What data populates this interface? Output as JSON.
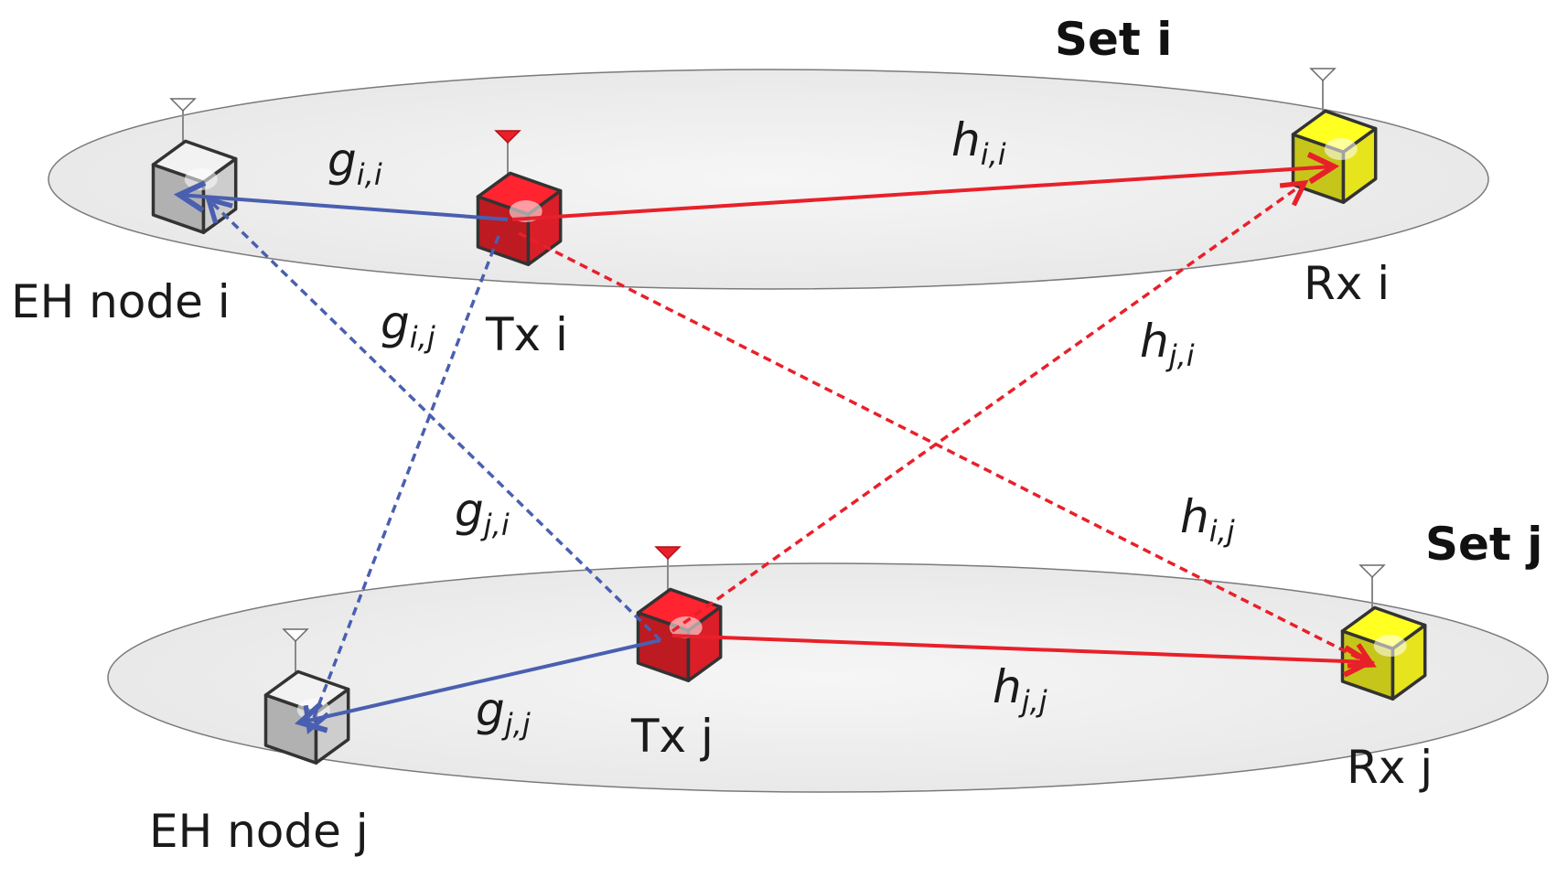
{
  "sets": [
    {
      "id": "i",
      "label": "Set i"
    },
    {
      "id": "j",
      "label": "Set j"
    }
  ],
  "nodes": [
    {
      "id": "eh_i",
      "label": "EH node i",
      "kind": "eh",
      "color": "#d8d8d8"
    },
    {
      "id": "tx_i",
      "label": "Tx i",
      "kind": "tx",
      "color": "#e8202a"
    },
    {
      "id": "rx_i",
      "label": "Rx i",
      "kind": "rx",
      "color": "#f2f01e"
    },
    {
      "id": "eh_j",
      "label": "EH node j",
      "kind": "eh",
      "color": "#d8d8d8"
    },
    {
      "id": "tx_j",
      "label": "Tx j",
      "kind": "tx",
      "color": "#e8202a"
    },
    {
      "id": "rx_j",
      "label": "Rx j",
      "kind": "rx",
      "color": "#f2f01e"
    }
  ],
  "channels": [
    {
      "id": "g_ii",
      "base": "g",
      "sub": "i,i",
      "from": "tx_i",
      "to": "eh_i",
      "style": "solid",
      "color": "#4a5fb0"
    },
    {
      "id": "g_ij",
      "base": "g",
      "sub": "i,j",
      "from": "tx_i",
      "to": "eh_j",
      "style": "dashed",
      "color": "#4a5fb0"
    },
    {
      "id": "g_ji",
      "base": "g",
      "sub": "j,i",
      "from": "tx_j",
      "to": "eh_i",
      "style": "dashed",
      "color": "#4a5fb0"
    },
    {
      "id": "g_jj",
      "base": "g",
      "sub": "j,j",
      "from": "tx_j",
      "to": "eh_j",
      "style": "solid",
      "color": "#4a5fb0"
    },
    {
      "id": "h_ii",
      "base": "h",
      "sub": "i,i",
      "from": "tx_i",
      "to": "rx_i",
      "style": "solid",
      "color": "#e8202a"
    },
    {
      "id": "h_ji",
      "base": "h",
      "sub": "j,i",
      "from": "tx_j",
      "to": "rx_i",
      "style": "dashed",
      "color": "#e8202a"
    },
    {
      "id": "h_ij",
      "base": "h",
      "sub": "i,j",
      "from": "tx_i",
      "to": "rx_j",
      "style": "dashed",
      "color": "#e8202a"
    },
    {
      "id": "h_jj",
      "base": "h",
      "sub": "j,j",
      "from": "tx_j",
      "to": "rx_j",
      "style": "solid",
      "color": "#e8202a"
    }
  ]
}
